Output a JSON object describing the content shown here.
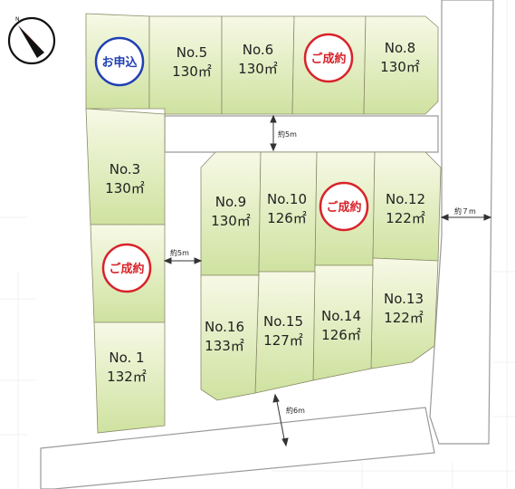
{
  "compass": {
    "north_label": "N"
  },
  "lots": [
    {
      "id": "no1",
      "name": "No. 1",
      "area": "132㎡"
    },
    {
      "id": "no2",
      "name": "",
      "area": "",
      "stamp": "ご成約"
    },
    {
      "id": "no3",
      "name": "No.3",
      "area": "130㎡"
    },
    {
      "id": "no4",
      "name": "",
      "area": "",
      "stamp": "お申込"
    },
    {
      "id": "no5",
      "name": "No.5",
      "area": "130㎡"
    },
    {
      "id": "no6",
      "name": "No.6",
      "area": "130㎡"
    },
    {
      "id": "no7",
      "name": "",
      "area": "",
      "stamp": "ご成約"
    },
    {
      "id": "no8",
      "name": "No.8",
      "area": "130㎡"
    },
    {
      "id": "no9",
      "name": "No.9",
      "area": "130㎡"
    },
    {
      "id": "no10",
      "name": "No.10",
      "area": "126㎡"
    },
    {
      "id": "no11",
      "name": "",
      "area": "",
      "stamp": "ご成約"
    },
    {
      "id": "no12",
      "name": "No.12",
      "area": "122㎡"
    },
    {
      "id": "no13",
      "name": "No.13",
      "area": "122㎡"
    },
    {
      "id": "no14",
      "name": "No.14",
      "area": "126㎡"
    },
    {
      "id": "no15",
      "name": "No.15",
      "area": "127㎡"
    },
    {
      "id": "no16",
      "name": "No.16",
      "area": "133㎡"
    }
  ],
  "stamp_colors": {
    "contracted": "#d8232a",
    "applied": "#1f3fb5"
  },
  "distances": {
    "top_road": "約5m",
    "left_road": "約5m",
    "right_road": "約７m",
    "bottom_road": "約6m"
  }
}
